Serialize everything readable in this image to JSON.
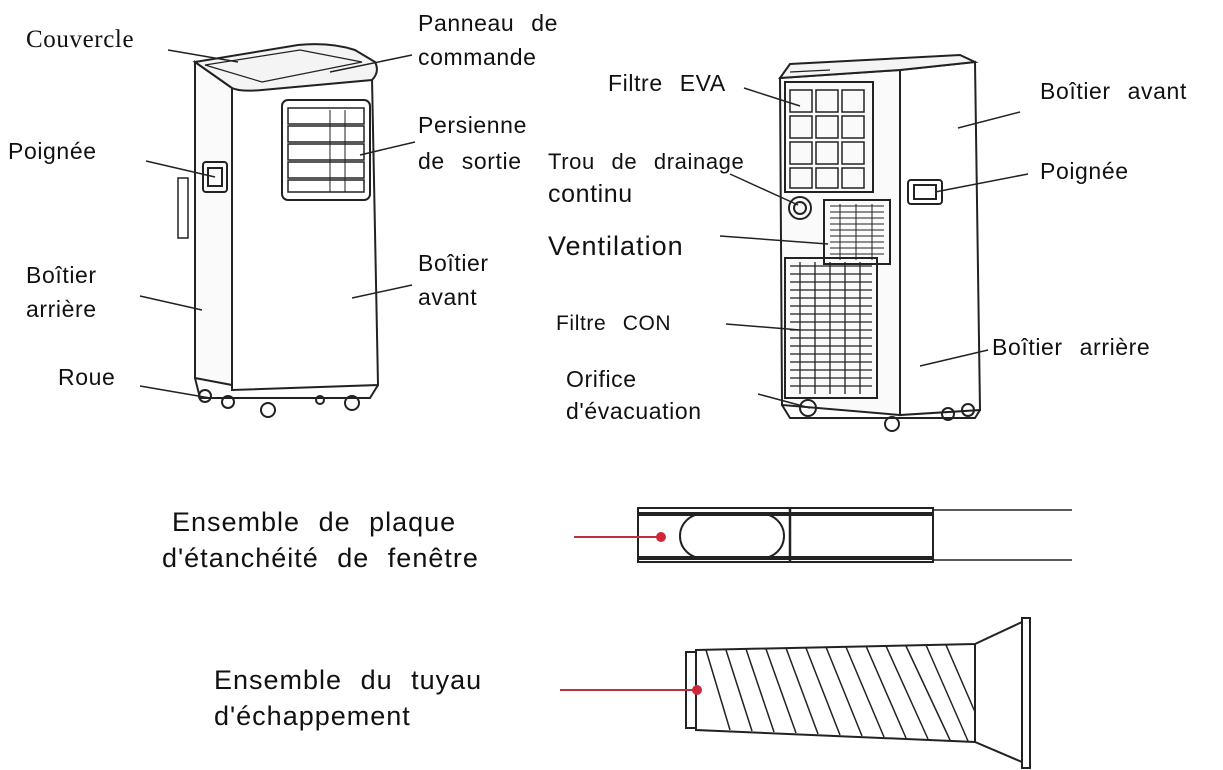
{
  "labels": {
    "couvercle": "Couvercle",
    "panneau_line1": "Panneau de",
    "panneau_line2": "commande",
    "persienne_line1": "Persienne",
    "persienne_line2": "de sortie",
    "poignee_left": "Poignée",
    "boitier_arriere_left_line1": "Boîtier",
    "boitier_arriere_left_line2": "arrière",
    "boitier_avant_left_line1": "Boîtier",
    "boitier_avant_left_line2": "avant",
    "roue": "Roue",
    "filtre_eva": "Filtre EVA",
    "trou_line1": "Trou de drainage",
    "trou_line2": "continu",
    "ventilation": "Ventilation",
    "filtre_con": "Filtre CON",
    "orifice_line1": "Orifice",
    "orifice_line2": "d'évacuation",
    "boitier_avant_right": "Boîtier avant",
    "poignee_right": "Poignée",
    "boitier_arriere_right": "Boîtier arrière",
    "plaque_line1": "Ensemble de plaque",
    "plaque_line2": "d'étanchéité de fenêtre",
    "tuyau_line1": "Ensemble du tuyau",
    "tuyau_line2": "d'échappement"
  },
  "colors": {
    "line": "#222222",
    "leader_red": "#c0303a",
    "dot_red": "#d0283a"
  }
}
